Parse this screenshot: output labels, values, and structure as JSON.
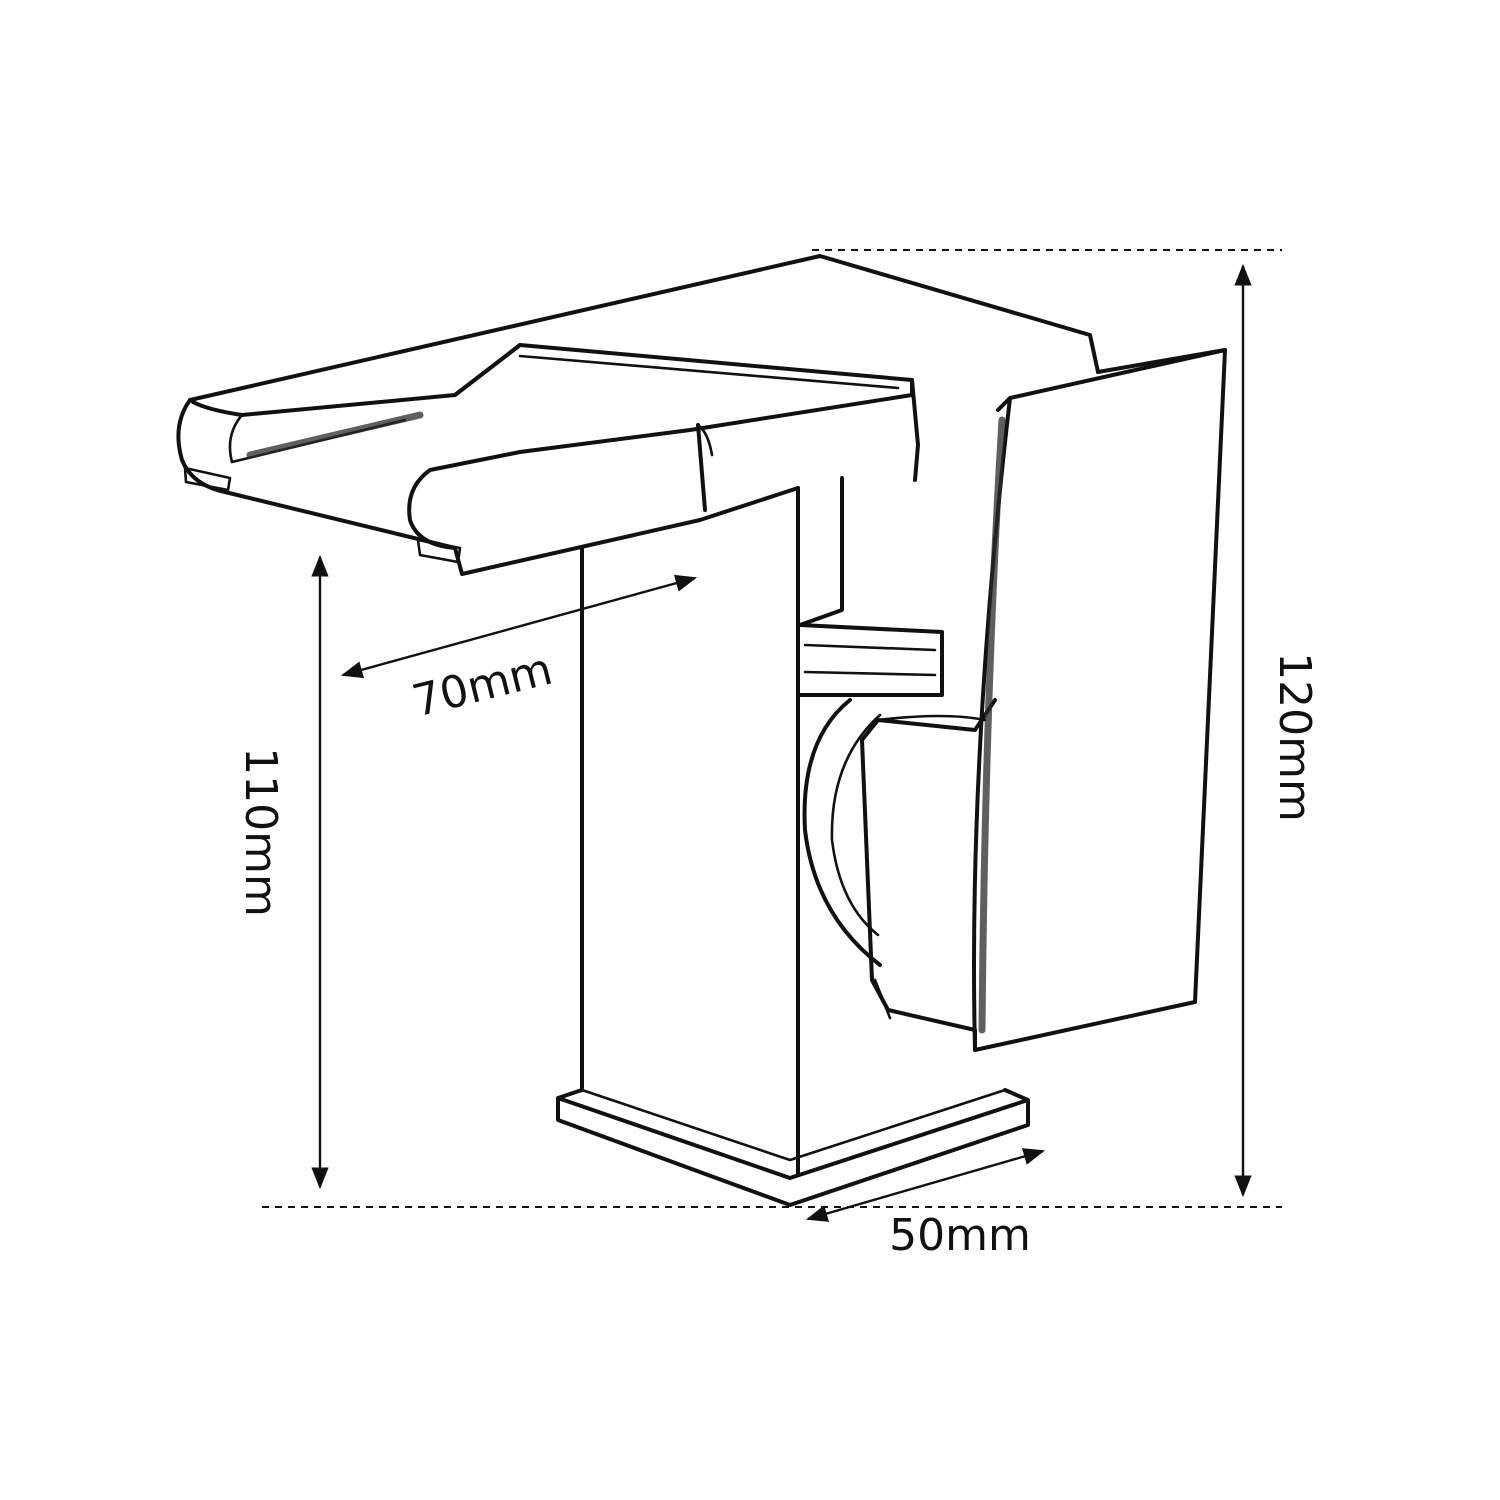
{
  "colors": {
    "line": "#111111",
    "background": "#ffffff"
  },
  "dimensions": {
    "spout_depth": "70mm",
    "spout_height": "110mm",
    "total_height": "120mm",
    "base_width": "50mm"
  }
}
